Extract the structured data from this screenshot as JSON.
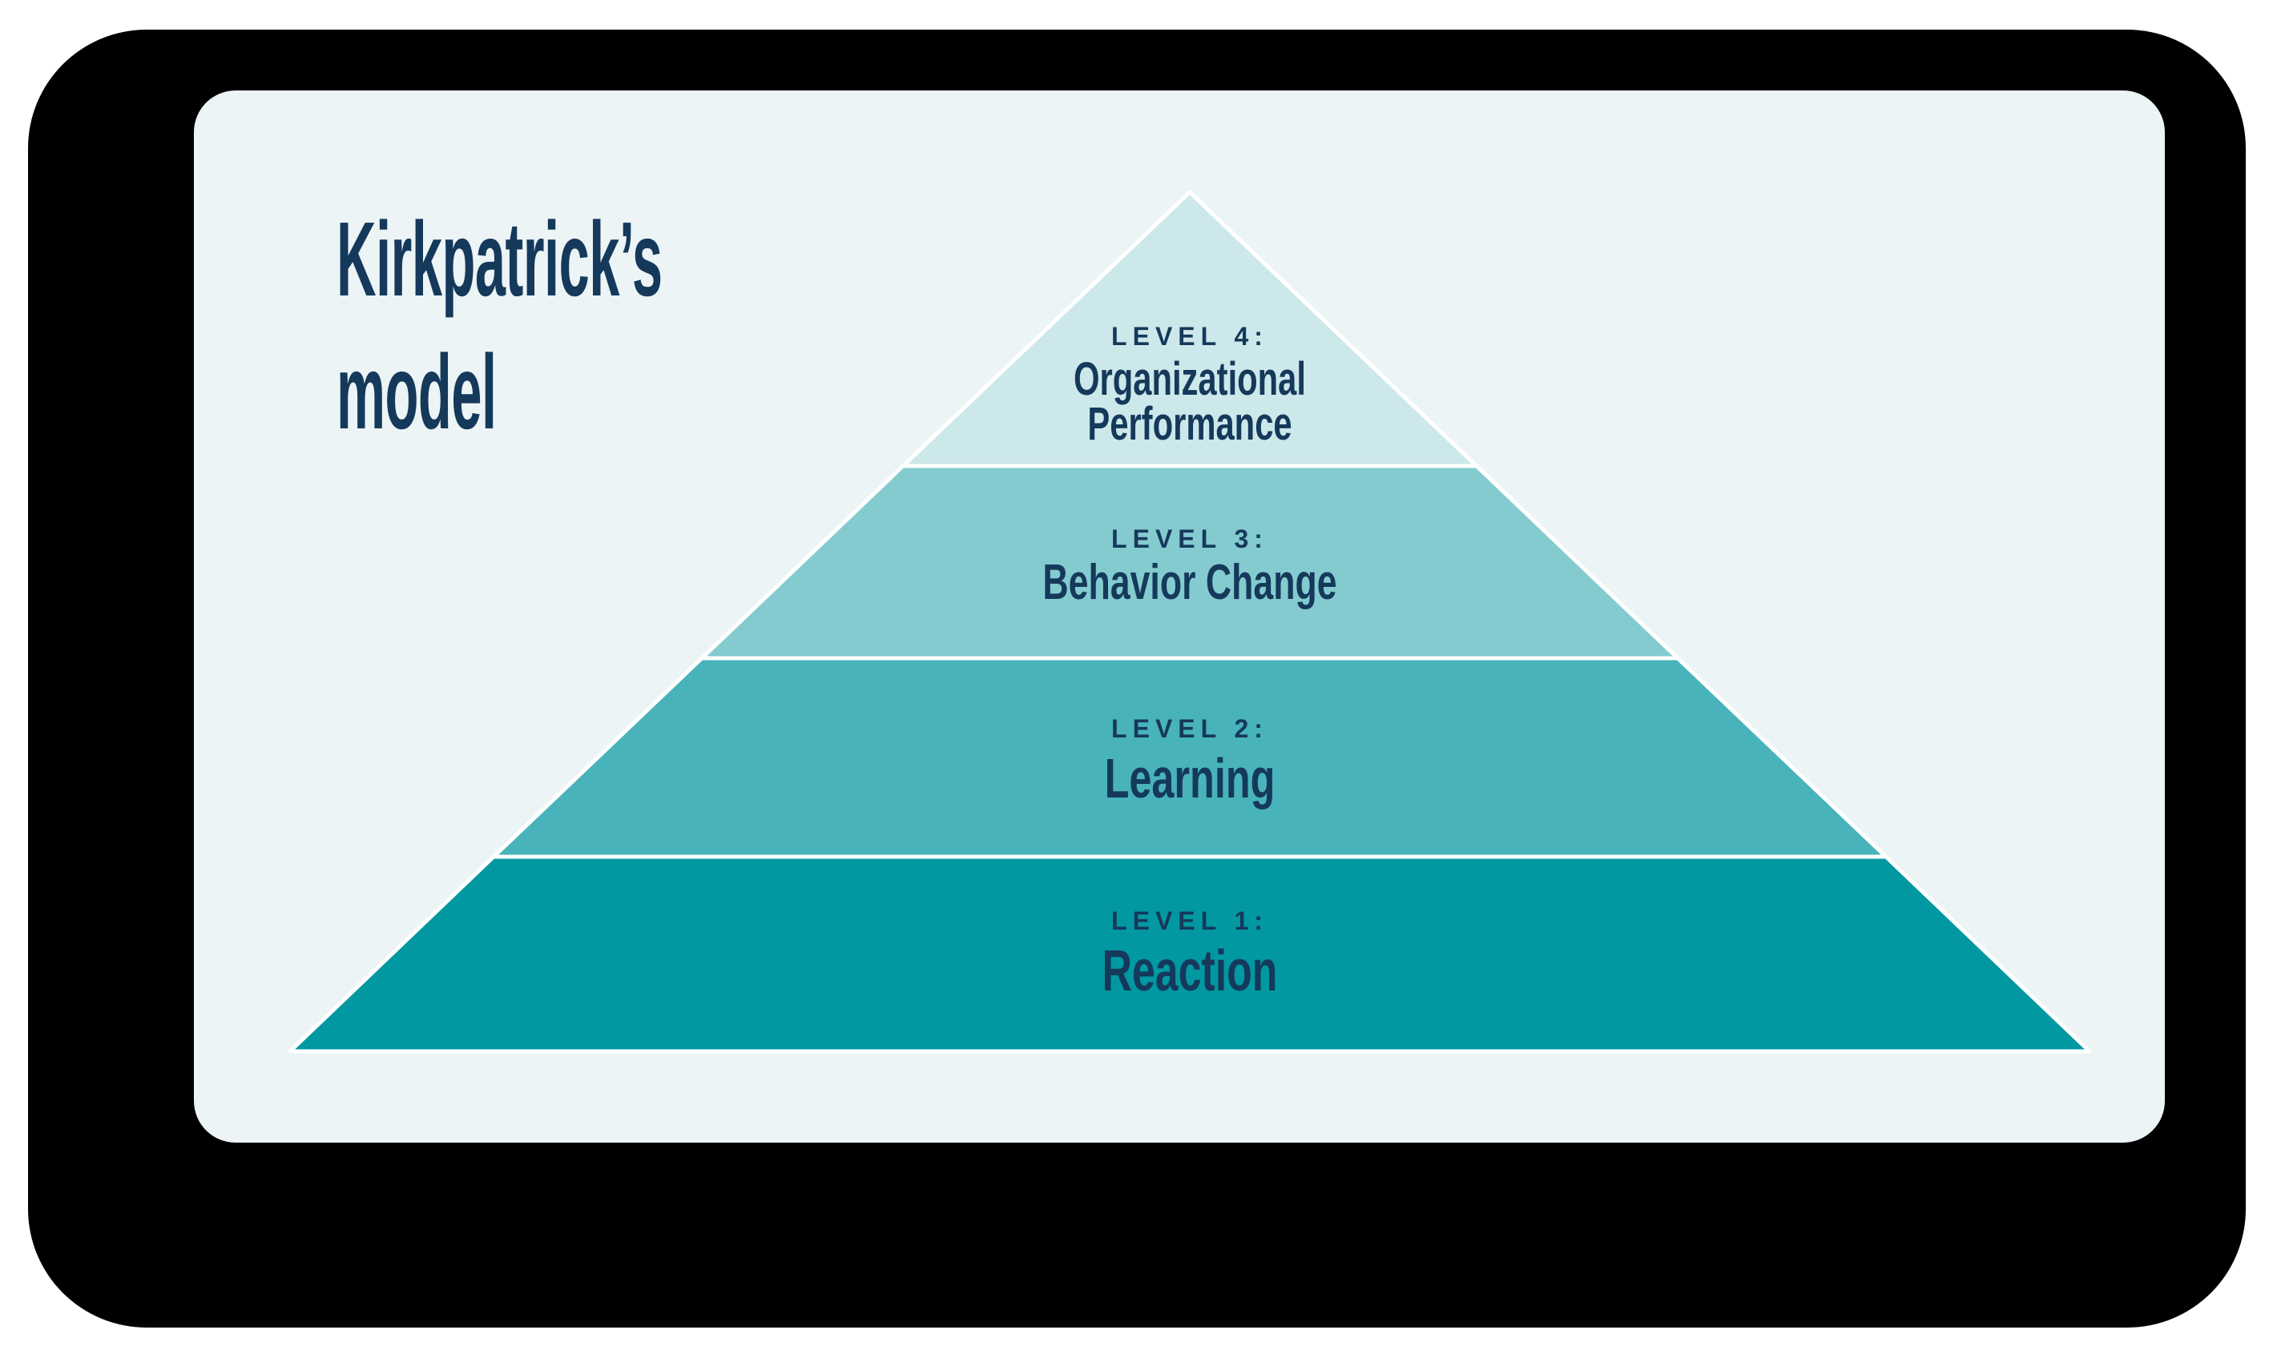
{
  "slide": {
    "title": "Kirkpatrick’s model"
  },
  "pyramid": {
    "levels": [
      {
        "label": "LEVEL 4:",
        "name": "Organizational Performance",
        "color": "#cde8ea"
      },
      {
        "label": "LEVEL 3:",
        "name": "Behavior Change",
        "color": "#83cbcf"
      },
      {
        "label": "LEVEL 2:",
        "name": "Learning",
        "color": "#48b3ba"
      },
      {
        "label": "LEVEL 1:",
        "name": "Reaction",
        "color": "#0198a1"
      }
    ]
  },
  "colors": {
    "frame": "#000000",
    "card_background": "#ecf4f6",
    "text": "#15395b",
    "level_divider": "#ffffff"
  }
}
